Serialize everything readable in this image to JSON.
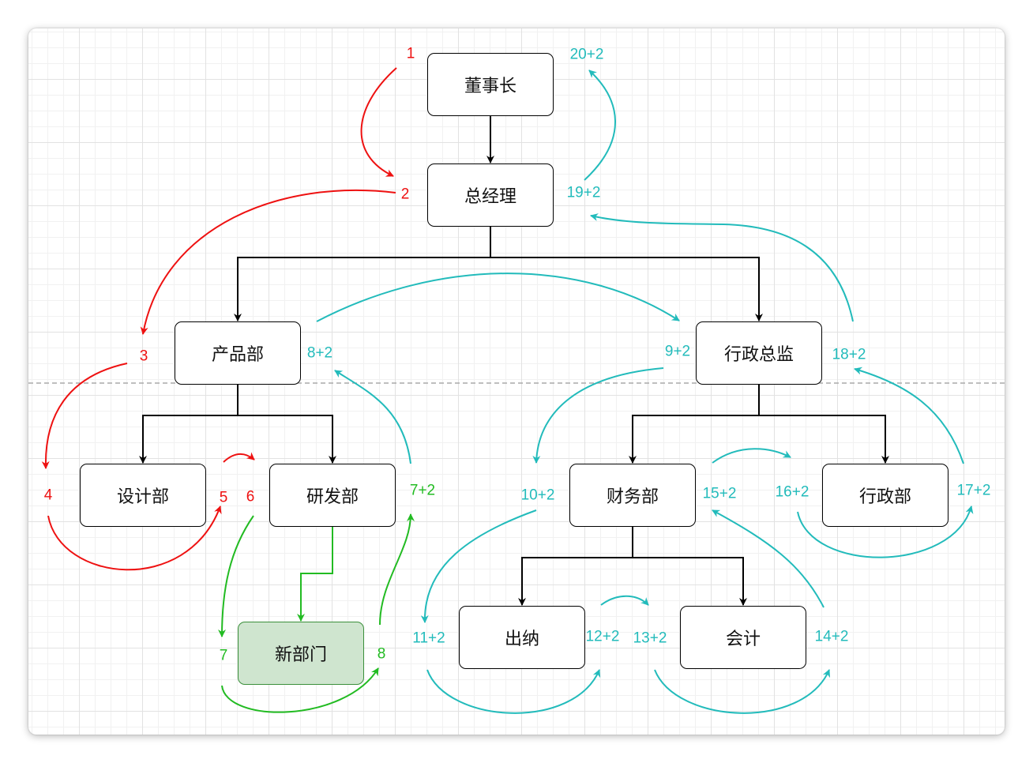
{
  "colors": {
    "red": "#ee1111",
    "teal": "#22bbbb",
    "green": "#22bb22",
    "node_border": "#000000",
    "new_node_fill": "#cfe5cf",
    "new_node_border": "#3b8f3b"
  },
  "nodes": {
    "chairman": "董事长",
    "general_manager": "总经理",
    "product_dept": "产品部",
    "admin_director": "行政总监",
    "design_dept": "设计部",
    "rd_dept": "研发部",
    "finance_dept": "财务部",
    "admin_dept": "行政部",
    "new_dept": "新部门",
    "cashier": "出纳",
    "accounting": "会计"
  },
  "step_labels": {
    "s1": "1",
    "s2": "2",
    "s3": "3",
    "s4": "4",
    "s5": "5",
    "s6": "6",
    "s7": "7",
    "s8": "8",
    "s7p2": "7+2",
    "s8p2": "8+2",
    "s9p2": "9+2",
    "s10p2": "10+2",
    "s11p2": "11+2",
    "s12p2": "12+2",
    "s13p2": "13+2",
    "s14p2": "14+2",
    "s15p2": "15+2",
    "s16p2": "16+2",
    "s17p2": "17+2",
    "s18p2": "18+2",
    "s19p2": "19+2",
    "s20p2": "20+2"
  }
}
